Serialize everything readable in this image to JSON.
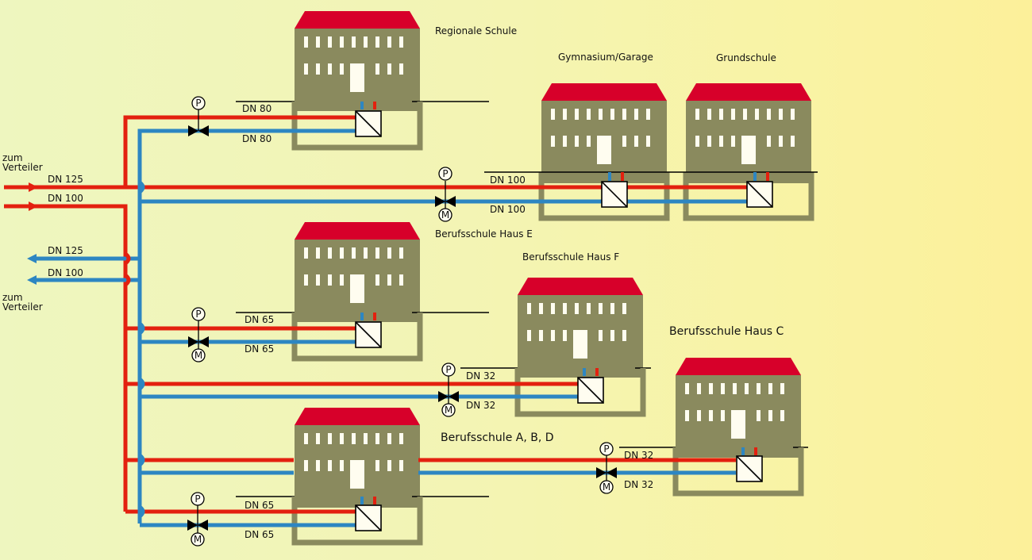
{
  "colors": {
    "background": "#F3F4B4",
    "supply": "#E3200F",
    "return": "#2D86C2",
    "building": "#8A8A5E",
    "roof": "#D7002A",
    "window": "#FFFDF0",
    "line": "#000000"
  },
  "labels": {
    "zum_verteiler_top_1": "zum",
    "zum_verteiler_top_2": "Verteiler",
    "zum_verteiler_bottom_1": "zum",
    "zum_verteiler_bottom_2": "Verteiler",
    "main_supply_1": "DN 125",
    "main_supply_2": "DN 100",
    "main_return_1": "DN 125",
    "main_return_2": "DN 100",
    "pressure_symbol": "P",
    "motor_symbol": "M"
  },
  "buildings": {
    "regionale": {
      "name": "Regionale Schule",
      "supply_dn": "DN 80",
      "return_dn": "DN 80"
    },
    "gymnasium": {
      "name": "Gymnasium/Garage",
      "supply_dn": "DN 100",
      "return_dn": "DN 100"
    },
    "grundschule": {
      "name": "Grundschule"
    },
    "haus_e": {
      "name": "Berufsschule Haus E",
      "supply_dn": "DN 65",
      "return_dn": "DN 65"
    },
    "haus_f": {
      "name": "Berufsschule Haus F",
      "supply_dn": "DN 32",
      "return_dn": "DN 32"
    },
    "haus_c": {
      "name": "Berufsschule Haus C",
      "supply_dn": "DN 32",
      "return_dn": "DN 32"
    },
    "haus_abd": {
      "name": "Berufsschule A, B, D",
      "supply_dn": "DN 65",
      "return_dn": "DN 65"
    }
  }
}
